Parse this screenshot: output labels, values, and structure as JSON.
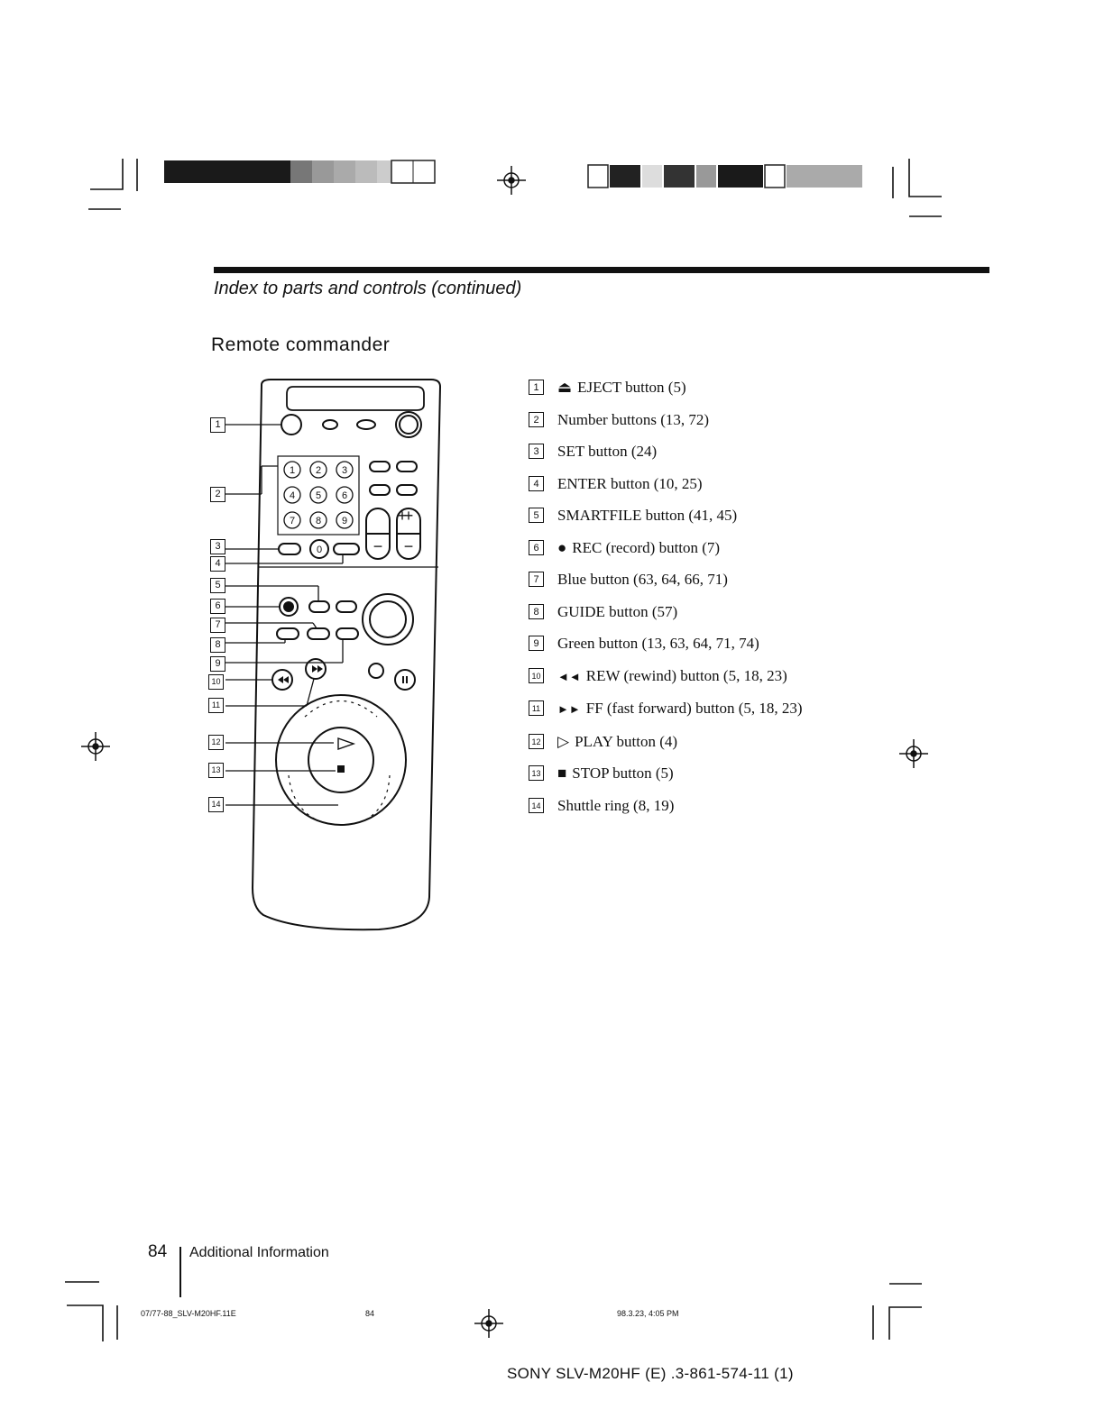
{
  "header": {
    "section_title": "Index to parts and controls (continued)",
    "subsection_title": "Remote commander"
  },
  "callouts": [
    "1",
    "2",
    "3",
    "4",
    "5",
    "6",
    "7",
    "8",
    "9",
    "10",
    "11",
    "12",
    "13",
    "14"
  ],
  "remote": {
    "keypad_digits": [
      "1",
      "2",
      "3",
      "4",
      "5",
      "6",
      "7",
      "8",
      "9",
      "0"
    ]
  },
  "parts_index": [
    {
      "num": "1",
      "symbol": "⏏",
      "text": "EJECT button (5)"
    },
    {
      "num": "2",
      "symbol": "",
      "text": "Number buttons (13, 72)"
    },
    {
      "num": "3",
      "symbol": "",
      "text": "SET button (24)"
    },
    {
      "num": "4",
      "symbol": "",
      "text": "ENTER button (10, 25)"
    },
    {
      "num": "5",
      "symbol": "",
      "text": "SMARTFILE button (41, 45)"
    },
    {
      "num": "6",
      "symbol": "●",
      "text": "REC (record) button (7)"
    },
    {
      "num": "7",
      "symbol": "",
      "text": "Blue button (63, 64, 66, 71)"
    },
    {
      "num": "8",
      "symbol": "",
      "text": "GUIDE button (57)"
    },
    {
      "num": "9",
      "symbol": "",
      "text": "Green button (13, 63, 64, 71, 74)"
    },
    {
      "num": "10",
      "symbol": "◄◄",
      "text": "REW (rewind) button (5, 18, 23)"
    },
    {
      "num": "11",
      "symbol": "►►",
      "text": "FF (fast forward) button (5, 18, 23)"
    },
    {
      "num": "12",
      "symbol": "▷",
      "text": "PLAY button (4)"
    },
    {
      "num": "13",
      "symbol": "■",
      "text": "STOP button (5)"
    },
    {
      "num": "14",
      "symbol": "",
      "text": "Shuttle ring (8, 19)"
    }
  ],
  "footer": {
    "page_number": "84",
    "section_name": "Additional Information",
    "print_file": "07/77-88_SLV-M20HF.11E",
    "print_page": "84",
    "print_date": "98.3.23, 4:05 PM",
    "model_line": "SONY  SLV-M20HF (E)  .3-861-574-11 (1)"
  }
}
